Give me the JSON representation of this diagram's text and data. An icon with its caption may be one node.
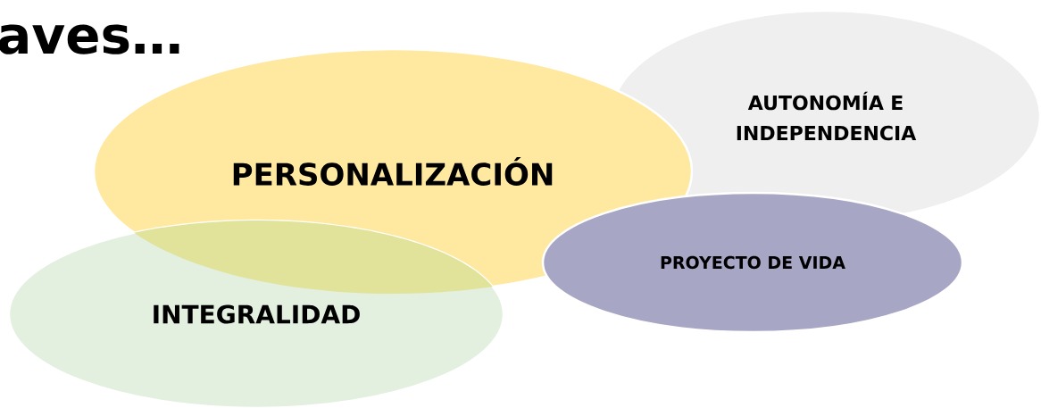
{
  "diagram": {
    "title": "aves…",
    "nodes": [
      {
        "text": [
          "PERSONALIZACIÓN"
        ]
      },
      {
        "text": [
          "AUTONOMÍA E INDEPENDENCIA"
        ]
      },
      {
        "text": [
          "PROYECTO DE VIDA"
        ]
      },
      {
        "text": [
          "INTEGRALIDAD"
        ]
      }
    ]
  }
}
